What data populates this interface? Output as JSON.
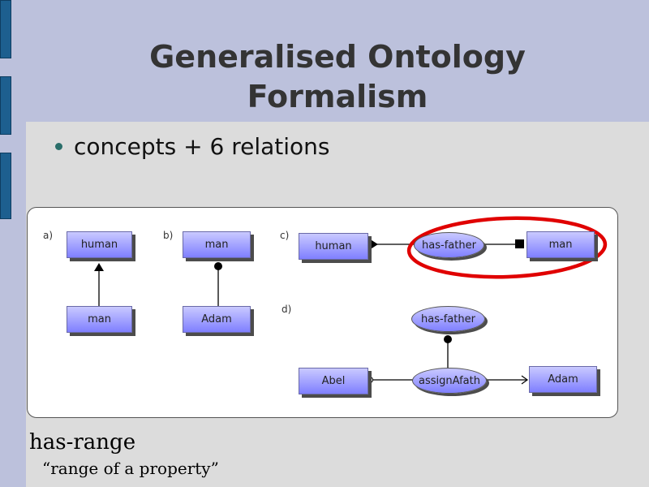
{
  "title": {
    "line1": "Generalised Ontology",
    "line2": "Formalism"
  },
  "bullet": "concepts + 6 relations",
  "diagram": {
    "a": {
      "label": "a)",
      "top": "human",
      "bottom": "man"
    },
    "b": {
      "label": "b)",
      "top": "man",
      "bottom": "Adam"
    },
    "c": {
      "label": "c)",
      "left": "human",
      "relation": "has-father",
      "right": "man"
    },
    "d": {
      "label": "d)",
      "relation_top": "has-father",
      "left": "Abel",
      "relation_mid": "assignAfath",
      "right": "Adam"
    }
  },
  "footer": {
    "term": "has-range",
    "definition": "“range of a property”"
  },
  "colors": {
    "background": "#bcc1dc",
    "panel": "#dcdcdc",
    "tabs": "#1d5f8f",
    "highlight": "#e00000"
  }
}
